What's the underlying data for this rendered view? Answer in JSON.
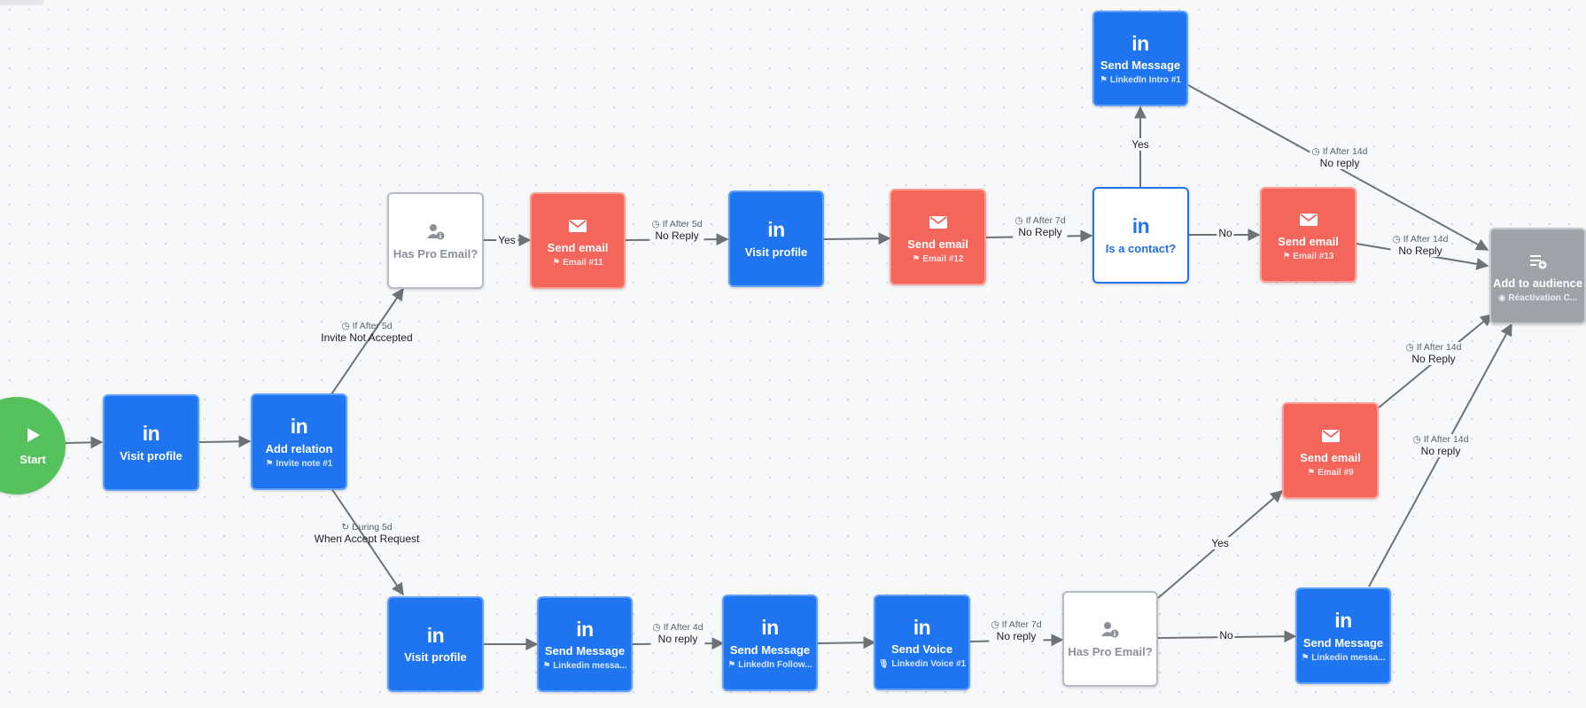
{
  "colors": {
    "linkedin": "#1f75f0",
    "email": "#f4655c",
    "start": "#55c15c",
    "audience": "#9ea3aa",
    "edge": "#6f7178"
  },
  "start": {
    "label": "Start",
    "icon": "play-icon"
  },
  "nodes": {
    "visit1": {
      "title": "Visit profile",
      "icon": "linkedin-icon"
    },
    "addrel": {
      "title": "Add relation",
      "sub": "Invite note #1",
      "icon": "linkedin-icon"
    },
    "pro1": {
      "title": "Has Pro Email?",
      "icon": "person-info-icon"
    },
    "email11": {
      "title": "Send email",
      "sub": "Email #11",
      "icon": "mail-icon"
    },
    "visit2": {
      "title": "Visit profile",
      "icon": "linkedin-icon"
    },
    "email12": {
      "title": "Send email",
      "sub": "Email #12",
      "icon": "mail-icon"
    },
    "contact": {
      "title": "Is a contact?",
      "icon": "linkedin-icon"
    },
    "msgIntro": {
      "title": "Send Message",
      "sub": "LinkedIn Intro #1",
      "icon": "linkedin-icon"
    },
    "email13": {
      "title": "Send email",
      "sub": "Email #13",
      "icon": "mail-icon"
    },
    "audience": {
      "title": "Add to audience",
      "sub": "Réactivation C...",
      "icon": "list-add-icon"
    },
    "email9": {
      "title": "Send email",
      "sub": "Email #9",
      "icon": "mail-icon"
    },
    "visit3": {
      "title": "Visit profile",
      "icon": "linkedin-icon"
    },
    "msgA": {
      "title": "Send Message",
      "sub": "Linkedin messa...",
      "icon": "linkedin-icon"
    },
    "msgB": {
      "title": "Send Message",
      "sub": "LinkedIn Follow...",
      "icon": "linkedin-icon"
    },
    "voice": {
      "title": "Send Voice",
      "sub": "Linkedin Voice #1",
      "icon": "linkedin-icon"
    },
    "pro2": {
      "title": "Has Pro Email?",
      "icon": "person-info-icon"
    },
    "msgC": {
      "title": "Send Message",
      "sub": "Linkedin messa...",
      "icon": "linkedin-icon"
    }
  },
  "edge_labels": {
    "invite_not_accepted": {
      "cond": "If After 5d",
      "label": "Invite Not Accepted",
      "icon": "clock-icon"
    },
    "accept_request": {
      "cond": "During 5d",
      "label": "When Accept Request",
      "icon": "refresh-icon"
    },
    "pro1_yes": {
      "label": "Yes"
    },
    "email11_noreply": {
      "cond": "If After 5d",
      "label": "No Reply",
      "icon": "clock-icon"
    },
    "email12_noreply": {
      "cond": "If After 7d",
      "label": "No Reply",
      "icon": "clock-icon"
    },
    "contact_yes": {
      "label": "Yes"
    },
    "contact_no": {
      "label": "No"
    },
    "intro_noreply": {
      "cond": "If After 14d",
      "label": "No reply",
      "icon": "clock-icon"
    },
    "email13_noreply": {
      "cond": "If After 14d",
      "label": "No Reply",
      "icon": "clock-icon"
    },
    "email9_noreply": {
      "cond": "If After 14d",
      "label": "No Reply",
      "icon": "clock-icon"
    },
    "msgC_noreply": {
      "cond": "If After 14d",
      "label": "No reply",
      "icon": "clock-icon"
    },
    "msgA_noreply": {
      "cond": "If After 4d",
      "label": "No reply",
      "icon": "clock-icon"
    },
    "voice_noreply": {
      "cond": "If After 7d",
      "label": "No reply",
      "icon": "clock-icon"
    },
    "pro2_yes": {
      "label": "Yes"
    },
    "pro2_no": {
      "label": "No"
    }
  }
}
